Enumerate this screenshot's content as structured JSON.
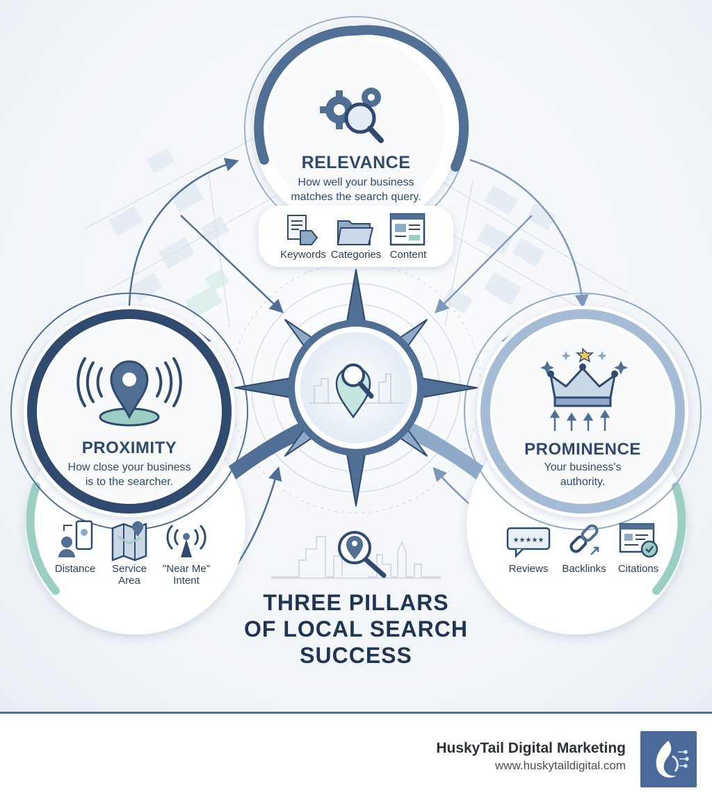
{
  "diagram": {
    "title_lines": [
      "THREE PILLARS",
      "OF LOCAL SEARCH",
      "SUCCESS"
    ],
    "pillars": {
      "relevance": {
        "title": "RELEVANCE",
        "description_lines": [
          "How well your business",
          "matches the search query."
        ],
        "factors": [
          "Keywords",
          "Categories",
          "Content"
        ],
        "icon": "gears-magnifier-icon"
      },
      "proximity": {
        "title": "PROXIMITY",
        "description_lines": [
          "How close your business",
          "is to the searcher."
        ],
        "factors": [
          "Distance",
          "Service\nArea",
          "\"Near Me\"\nIntent"
        ],
        "icon": "location-pin-signal-icon"
      },
      "prominence": {
        "title": "PROMINENCE",
        "description_lines": [
          "Your business's",
          "authority."
        ],
        "factors": [
          "Reviews",
          "Backlinks",
          "Citations"
        ],
        "icon": "crown-icon"
      }
    },
    "center_icon": "compass-search-icon"
  },
  "footer": {
    "brand_name": "HuskyTail Digital Marketing",
    "brand_url": "www.huskytaildigital.com",
    "logo_icon": "husky-tail-logo-icon"
  },
  "colors": {
    "navy": "#2f4a6e",
    "mid_blue": "#4f6f95",
    "light_blue": "#8fa9c8",
    "teal": "#9ccfc4",
    "background": "#f1f4f8"
  }
}
